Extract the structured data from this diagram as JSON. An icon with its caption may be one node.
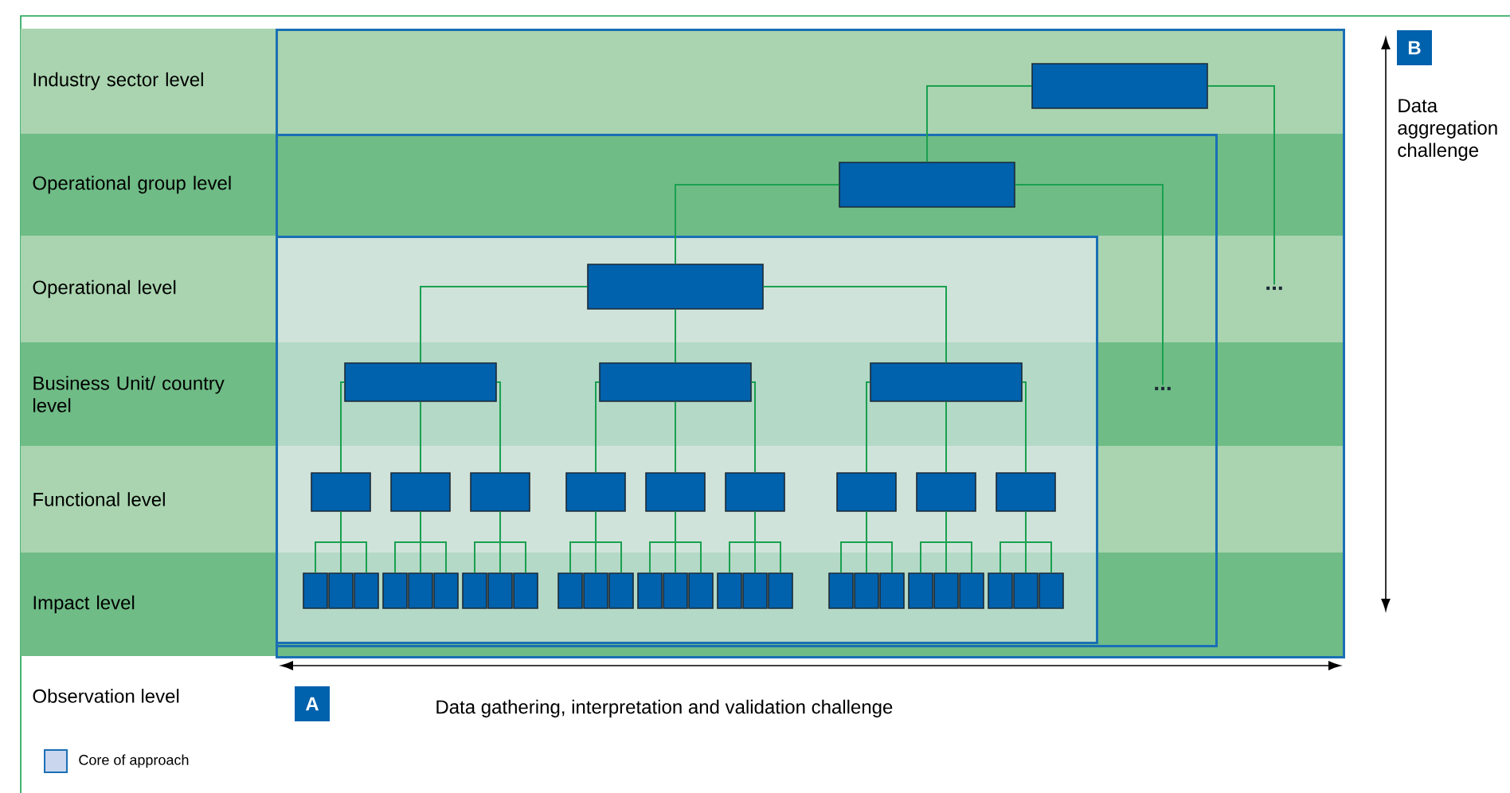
{
  "diagram": {
    "nodes": [
      {
        "text": [],
        "shape": "box"
      },
      {
        "text": [],
        "shape": "box",
        "in": 0
      },
      {
        "text": [],
        "shape": "box",
        "in": 0
      },
      {
        "text": [],
        "shape": "box",
        "in": 2
      },
      {
        "text": [
          "..."
        ],
        "in": 0
      },
      {
        "text": [],
        "shape": "box",
        "in": 2
      },
      {
        "text": [],
        "shape": "box",
        "in": 5
      },
      {
        "text": [
          "..."
        ],
        "in": 2
      },
      {
        "text": [],
        "shape": "box",
        "in": 5
      },
      {
        "text": [],
        "shape": "box",
        "in": 5
      },
      {
        "text": [],
        "shape": "box",
        "in": 5
      },
      {
        "text": [],
        "shape": "box",
        "in": 5
      },
      {
        "text": [],
        "shape": "box",
        "in": 5
      },
      {
        "text": [],
        "shape": "box",
        "in": 5
      },
      {
        "text": [],
        "shape": "box",
        "in": 5
      },
      {
        "text": [],
        "shape": "box",
        "in": 5
      },
      {
        "text": [],
        "shape": "box",
        "in": 5
      },
      {
        "text": [],
        "shape": "box",
        "in": 5
      },
      {
        "text": [],
        "shape": "box",
        "in": 5
      },
      {
        "text": [],
        "shape": "box",
        "in": 5
      },
      {
        "text": [],
        "shape": "box",
        "in": 5
      },
      {
        "text": [],
        "shape": "box",
        "in": 5
      },
      {
        "text": [],
        "shape": "box",
        "in": 5
      },
      {
        "text": [],
        "shape": "box",
        "in": 5
      },
      {
        "text": [],
        "shape": "box",
        "in": 5
      },
      {
        "text": [],
        "shape": "box",
        "in": 5
      },
      {
        "text": [],
        "shape": "box",
        "in": 5
      },
      {
        "text": [],
        "shape": "box",
        "in": 5
      },
      {
        "text": [],
        "shape": "box",
        "in": 5
      },
      {
        "text": [],
        "shape": "box",
        "in": 5
      },
      {
        "text": [],
        "shape": "box",
        "in": 5
      },
      {
        "text": [],
        "shape": "box",
        "in": 5
      },
      {
        "text": [],
        "shape": "box",
        "in": 5
      },
      {
        "text": [],
        "shape": "box",
        "in": 5
      },
      {
        "text": [],
        "shape": "box",
        "in": 5
      },
      {
        "text": [],
        "shape": "box",
        "in": 5
      },
      {
        "text": [],
        "shape": "box",
        "in": 5
      },
      {
        "text": [],
        "shape": "box",
        "in": 5
      },
      {
        "text": [],
        "shape": "box",
        "in": 5
      },
      {
        "text": [],
        "shape": "box",
        "in": 5
      },
      {
        "text": [],
        "shape": "box",
        "in": 5
      },
      {
        "text": [],
        "shape": "box",
        "in": 5
      },
      {
        "text": [],
        "shape": "box",
        "in": 5
      },
      {
        "text": [],
        "shape": "box",
        "in": 5
      },
      {
        "text": [],
        "shape": "box",
        "in": 5
      },
      {
        "text": [],
        "shape": "box",
        "in": 5
      },
      {
        "text": [],
        "shape": "box",
        "in": 5
      },
      {
        "text": [
          "A"
        ]
      },
      {
        "text": [
          "B"
        ],
        "beside": [
          "Data aggregation challenge"
        ]
      }
    ],
    "edges": [
      {
        "from": 1,
        "to": 3,
        "arrow": "none"
      },
      {
        "from": 1,
        "to": 4,
        "arrow": "none"
      },
      {
        "from": 3,
        "to": 6,
        "arrow": "none"
      },
      {
        "from": 3,
        "to": 7,
        "arrow": "none"
      },
      {
        "from": 6,
        "to": 8,
        "arrow": "none"
      },
      {
        "from": 6,
        "to": 9,
        "arrow": "none"
      },
      {
        "from": 6,
        "to": 10,
        "arrow": "none"
      },
      {
        "from": 8,
        "to": 11,
        "arrow": "none"
      },
      {
        "from": 8,
        "to": 12,
        "arrow": "none"
      },
      {
        "from": 8,
        "to": 13,
        "arrow": "none"
      },
      {
        "from": 9,
        "to": 14,
        "arrow": "none"
      },
      {
        "from": 9,
        "to": 15,
        "arrow": "none"
      },
      {
        "from": 9,
        "to": 16,
        "arrow": "none"
      },
      {
        "from": 10,
        "to": 17,
        "arrow": "none"
      },
      {
        "from": 10,
        "to": 18,
        "arrow": "none"
      },
      {
        "from": 10,
        "to": 19,
        "arrow": "none"
      },
      {
        "from": 11,
        "to": 20,
        "arrow": "none"
      },
      {
        "from": 11,
        "to": 21,
        "arrow": "none"
      },
      {
        "from": 11,
        "to": 22,
        "arrow": "none"
      },
      {
        "from": 12,
        "to": 23,
        "arrow": "none"
      },
      {
        "from": 12,
        "to": 24,
        "arrow": "none"
      },
      {
        "from": 12,
        "to": 25,
        "arrow": "none"
      },
      {
        "from": 13,
        "to": 26,
        "arrow": "none"
      },
      {
        "from": 13,
        "to": 27,
        "arrow": "none"
      },
      {
        "from": 13,
        "to": 28,
        "arrow": "none"
      },
      {
        "from": 14,
        "to": 29,
        "arrow": "none"
      },
      {
        "from": 14,
        "to": 30,
        "arrow": "none"
      },
      {
        "from": 14,
        "to": 31,
        "arrow": "none"
      },
      {
        "from": 15,
        "to": 32,
        "arrow": "none"
      },
      {
        "from": 15,
        "to": 33,
        "arrow": "none"
      },
      {
        "from": 15,
        "to": 34,
        "arrow": "none"
      },
      {
        "from": 16,
        "to": 35,
        "arrow": "none"
      },
      {
        "from": 16,
        "to": 36,
        "arrow": "none"
      },
      {
        "from": 16,
        "to": 37,
        "arrow": "none"
      },
      {
        "from": 17,
        "to": 38,
        "arrow": "none"
      },
      {
        "from": 17,
        "to": 39,
        "arrow": "none"
      },
      {
        "from": 17,
        "to": 40,
        "arrow": "none"
      },
      {
        "from": 18,
        "to": 41,
        "arrow": "none"
      },
      {
        "from": 18,
        "to": 42,
        "arrow": "none"
      },
      {
        "from": 18,
        "to": 43,
        "arrow": "none"
      },
      {
        "from": 19,
        "to": 44,
        "arrow": "none"
      },
      {
        "from": 19,
        "to": 45,
        "arrow": "none"
      },
      {
        "from": 19,
        "to": 46,
        "arrow": "none"
      }
    ],
    "labels": [
      "Industry sector level",
      "Operational group level",
      "Operational level",
      "Business Unit/ country level",
      "Functional level",
      "Impact level",
      "Observation level",
      "Data gathering, interpretation and validation challenge"
    ],
    "legend": [
      {
        "text": "Core of approach",
        "color": "#c9d6ee"
      }
    ]
  }
}
